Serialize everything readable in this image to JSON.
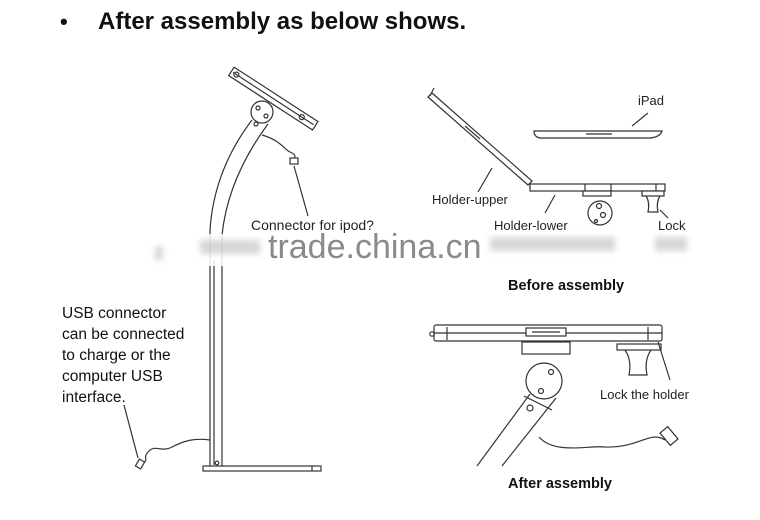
{
  "heading": {
    "bullet": "•",
    "text": "After assembly as below shows."
  },
  "left_figure": {
    "connector_label": "Connector  for ipod?",
    "usb_note": [
      "USB connector",
      "can be connected",
      "to charge or the",
      "computer USB",
      "interface."
    ]
  },
  "before_figure": {
    "caption": "Before assembly",
    "labels": {
      "ipad": "iPad",
      "holder_upper": "Holder-upper",
      "holder_lower": "Holder-lower",
      "lock": "Lock"
    }
  },
  "after_figure": {
    "caption": "After assembly",
    "labels": {
      "lock_holder": "Lock  the holder"
    }
  },
  "watermark": "trade.china.cn",
  "colors": {
    "line": "#333333",
    "text": "#111111",
    "watermark": "#8a8a8a"
  }
}
